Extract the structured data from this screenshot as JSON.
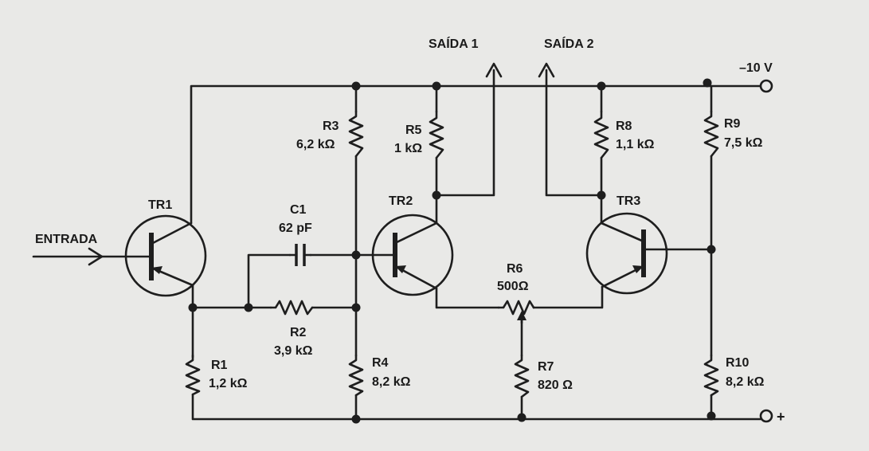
{
  "labels": {
    "input": "ENTRADA",
    "output1": "SAÍDA  1",
    "output2": "SAÍDA  2",
    "supply_negative": "–10 V",
    "supply_positive": "+"
  },
  "transistors": {
    "tr1": "TR1",
    "tr2": "TR2",
    "tr3": "TR3"
  },
  "components": {
    "c1": {
      "name": "C1",
      "value": "62 pF"
    },
    "r1": {
      "name": "R1",
      "value": "1,2 kΩ"
    },
    "r2": {
      "name": "R2",
      "value": "3,9 kΩ"
    },
    "r3": {
      "name": "R3",
      "value": "6,2 kΩ"
    },
    "r4": {
      "name": "R4",
      "value": "8,2 kΩ"
    },
    "r5": {
      "name": "R5",
      "value": "1 kΩ"
    },
    "r6": {
      "name": "R6",
      "value": "500Ω"
    },
    "r7": {
      "name": "R7",
      "value": "820 Ω"
    },
    "r8": {
      "name": "R8",
      "value": "1,1 kΩ"
    },
    "r9": {
      "name": "R9",
      "value": "7,5 kΩ"
    },
    "r10": {
      "name": "R10",
      "value": "8,2 kΩ"
    }
  }
}
